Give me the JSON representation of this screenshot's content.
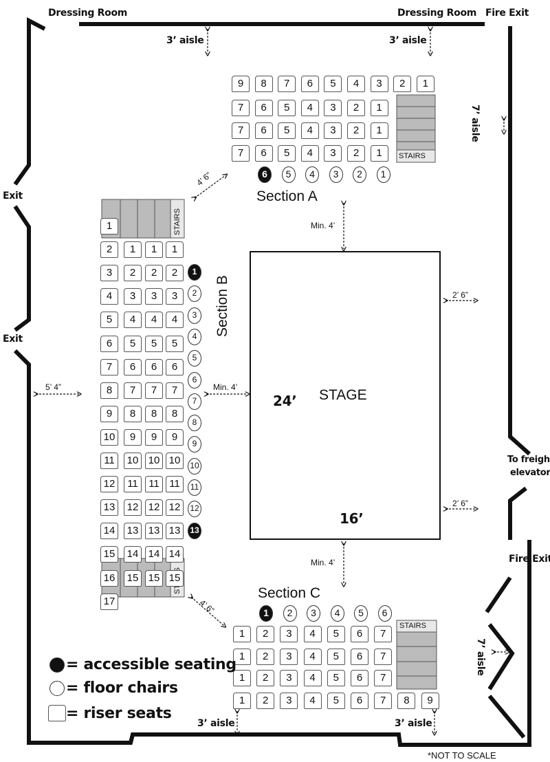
{
  "labels": {
    "dressing_room_left": "Dressing Room",
    "dressing_room_right": "Dressing Room",
    "fire_exit_top": "Fire Exit",
    "fire_exit_right": "Fire Exit",
    "exit_upper": "Exit",
    "exit_lower": "Exit",
    "freight_line1": "To freight",
    "freight_line2": "elevator",
    "aisle_3": "3’ aisle",
    "aisle_7": "7’ aisle",
    "stage": "STAGE",
    "stage_width": "24’",
    "stage_depth": "16’",
    "stairs": "STAIRS",
    "not_to_scale": "*NOT TO SCALE"
  },
  "dimensions": {
    "min_4": "Min. 4’",
    "d_4_6": "4’ 6”",
    "d_2_6": "2’ 6”",
    "d_5_4": "5’ 4”"
  },
  "sections": {
    "a": {
      "name": "Section A",
      "risers": [
        [
          "9",
          "8",
          "7",
          "6",
          "5",
          "4",
          "3",
          "2",
          "1"
        ],
        [
          "7",
          "6",
          "5",
          "4",
          "3",
          "2",
          "1"
        ],
        [
          "7",
          "6",
          "5",
          "4",
          "3",
          "2",
          "1"
        ],
        [
          "7",
          "6",
          "5",
          "4",
          "3",
          "2",
          "1"
        ]
      ],
      "chairs": [
        "6",
        "5",
        "4",
        "3",
        "2",
        "1"
      ],
      "accessible_chair": "6"
    },
    "b": {
      "name": "Section B",
      "col1": [
        "1",
        "2",
        "3",
        "4",
        "5",
        "6",
        "7",
        "8",
        "9",
        "10",
        "11",
        "12",
        "13",
        "14",
        "15",
        "16",
        "17"
      ],
      "col2": [
        "1",
        "2",
        "3",
        "4",
        "5",
        "6",
        "7",
        "8",
        "9",
        "10",
        "11",
        "12",
        "13",
        "14",
        "15"
      ],
      "col3": [
        "1",
        "2",
        "3",
        "4",
        "5",
        "6",
        "7",
        "8",
        "9",
        "10",
        "11",
        "12",
        "13",
        "14",
        "15"
      ],
      "col4": [
        "1",
        "2",
        "3",
        "4",
        "5",
        "6",
        "7",
        "8",
        "9",
        "10",
        "11",
        "12",
        "13",
        "14",
        "15"
      ],
      "chairs": [
        "1",
        "2",
        "3",
        "4",
        "5",
        "6",
        "7",
        "8",
        "9",
        "10",
        "11",
        "12",
        "13"
      ],
      "accessible_chairs": [
        "1",
        "13"
      ]
    },
    "c": {
      "name": "Section C",
      "risers": [
        [
          "1",
          "2",
          "3",
          "4",
          "5",
          "6",
          "7"
        ],
        [
          "1",
          "2",
          "3",
          "4",
          "5",
          "6",
          "7"
        ],
        [
          "1",
          "2",
          "3",
          "4",
          "5",
          "6",
          "7"
        ],
        [
          "1",
          "2",
          "3",
          "4",
          "5",
          "6",
          "7",
          "8",
          "9"
        ]
      ],
      "chairs": [
        "1",
        "2",
        "3",
        "4",
        "5",
        "6"
      ],
      "accessible_chair": "1"
    }
  },
  "legend": {
    "accessible": "= accessible seating",
    "floor": "= floor chairs",
    "riser": "= riser seats"
  }
}
